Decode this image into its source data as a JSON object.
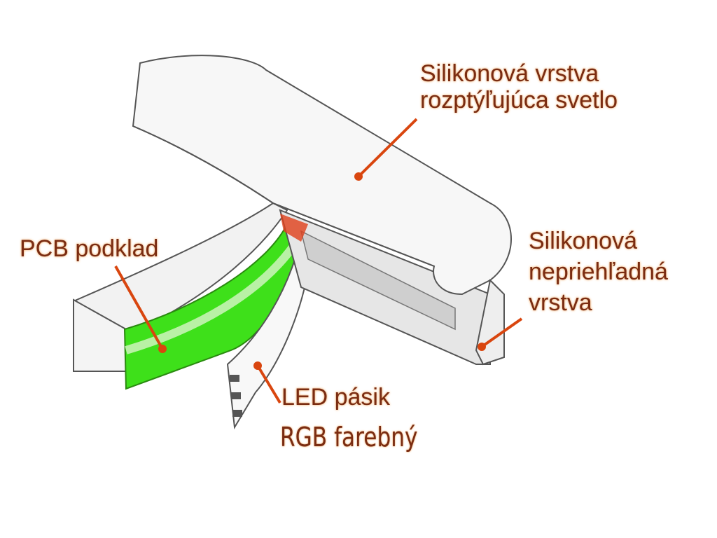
{
  "labels": {
    "diffuser": [
      "Silikonová vrstva",
      "rozptýľujúca svetlo"
    ],
    "opaque": [
      "Silikonová",
      "nepriehľadná",
      "vrstva"
    ],
    "pcb": "PCB podklad",
    "led": [
      "LED pásik",
      "RGB farebný"
    ]
  },
  "colors": {
    "text": "#7a2c12",
    "leader": "#d9460f",
    "pcb_green": "#3ee01a",
    "outline": "#555555"
  }
}
